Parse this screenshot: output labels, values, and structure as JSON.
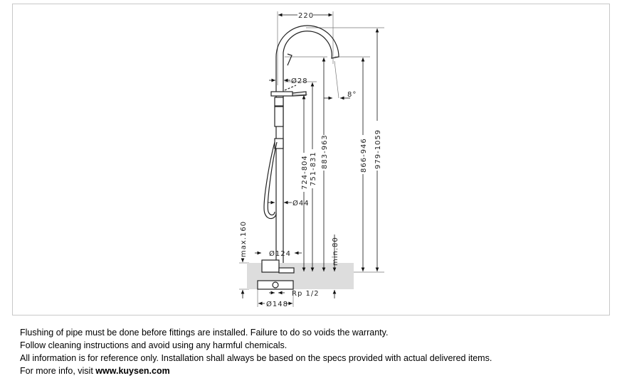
{
  "drawing": {
    "dim_width": "220",
    "dim_spout_dia": "Ø28",
    "dim_angle": "8°",
    "dim_hose_dia": "Ø44",
    "dim_base_dia": "Ø124",
    "dim_rough_dia": "Ø148",
    "dim_thread": "Rp 1/2",
    "dim_max_depth": "max.160",
    "dim_min_depth": "min.80",
    "dim_h1": "724-804",
    "dim_h2": "751-831",
    "dim_h3": "883-963",
    "dim_h4": "866-946",
    "dim_h5": "979-1059"
  },
  "notes": {
    "line1": "Flushing of pipe must be done before fittings are installed. Failure to do so voids the warranty.",
    "line2": "Follow cleaning instructions and avoid using any harmful chemicals.",
    "line3": "All information is for reference only. Installation shall always be based on the specs provided with actual delivered items.",
    "line4_prefix": "For more info, visit ",
    "line4_link": "www.kuysen.com"
  }
}
